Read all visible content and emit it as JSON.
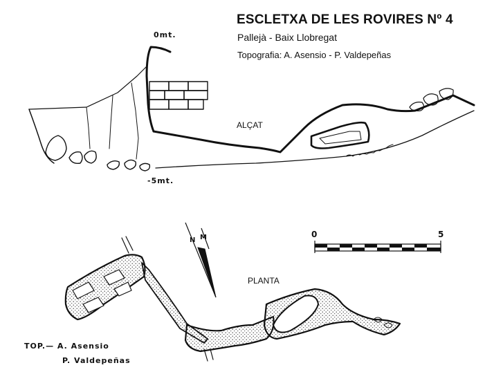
{
  "header": {
    "title": "ESCLETXA DE LES ROVIRES Nº 4",
    "location": "Pallejà - Baix Llobregat",
    "survey_credit": "Topografia: A. Asensio - P. Valdepeñas"
  },
  "elevation": {
    "section_label": "ALÇAT",
    "top_depth_label": "0mt.",
    "bottom_depth_label": "-5mt."
  },
  "plan": {
    "section_label": "PLANTA",
    "north_label": "N",
    "magnetic_label": "M",
    "scale_start": "0",
    "scale_end": "5",
    "survey_line_1": "TOP.— A. Asensio",
    "survey_line_2": "P. Valdepeñas"
  },
  "colors": {
    "ink": "#111111",
    "paper": "#ffffff"
  }
}
